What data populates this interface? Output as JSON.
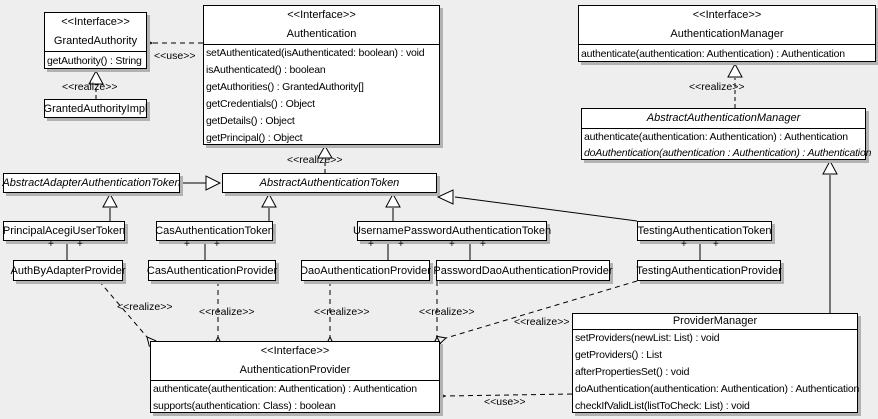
{
  "labels": {
    "stereotype_interface": "<<Interface>>",
    "use": "<<use>>",
    "realize": "<<realize>>",
    "plus": "+"
  },
  "colors": {
    "background": "#eeeeee",
    "box_fill": "#ffffff",
    "line": "#000000",
    "shadow": "#b2b2b2"
  },
  "classes": {
    "granted_authority": {
      "name": "GrantedAuthority",
      "methods": [
        "getAuthority() : String"
      ]
    },
    "granted_authority_impl": {
      "name": "GrantedAuthorityImpl"
    },
    "authentication": {
      "name": "Authentication",
      "methods": [
        "setAuthenticated(isAuthenticated: boolean) : void",
        "isAuthenticated() : boolean",
        "getAuthorities() : GrantedAuthority[]",
        "getCredentials() : Object",
        "getDetails() : Object",
        "getPrincipal() : Object"
      ]
    },
    "authentication_manager": {
      "name": "AuthenticationManager",
      "methods": [
        "authenticate(authentication: Authentication) : Authentication"
      ]
    },
    "abstract_authentication_manager": {
      "name": "AbstractAuthenticationManager",
      "methods": [
        "authenticate(authentication: Authentication) : Authentication",
        "doAuthentication(authentication : Authentication) : Authentication"
      ]
    },
    "abstract_adapter_authentication_token": {
      "name": "AbstractAdapterAuthenticationToken"
    },
    "abstract_authentication_token": {
      "name": "AbstractAuthenticationToken"
    },
    "principal_acegi_user_token": {
      "name": "PrincipalAcegiUserToken"
    },
    "cas_authentication_token": {
      "name": "CasAuthenticationToken"
    },
    "username_password_authentication_token": {
      "name": "UsernamePasswordAuthenticationToken"
    },
    "testing_authentication_token": {
      "name": "TestingAuthenticationToken"
    },
    "auth_by_adapter_provider": {
      "name": "AuthByAdapterProvider"
    },
    "cas_authentication_provider": {
      "name": "CasAuthenticationProvider"
    },
    "dao_authentication_provider": {
      "name": "DaoAuthenticationProvider"
    },
    "password_dao_authentication_provider": {
      "name": "PasswordDaoAuthenticationProvider"
    },
    "testing_authentication_provider": {
      "name": "TestingAuthenticationProvider"
    },
    "authentication_provider": {
      "name": "AuthenticationProvider",
      "methods": [
        "authenticate(authentication: Authentication) : Authentication",
        "supports(authentication: Class) : boolean"
      ]
    },
    "provider_manager": {
      "name": "ProviderManager",
      "methods": [
        "setProviders(newList: List) : void",
        "getProviders() : List",
        "afterPropertiesSet() : void",
        "doAuthentication(authentication: Authentication) : Authentication",
        "checkIfValidList(listToCheck: List) : void"
      ]
    }
  }
}
